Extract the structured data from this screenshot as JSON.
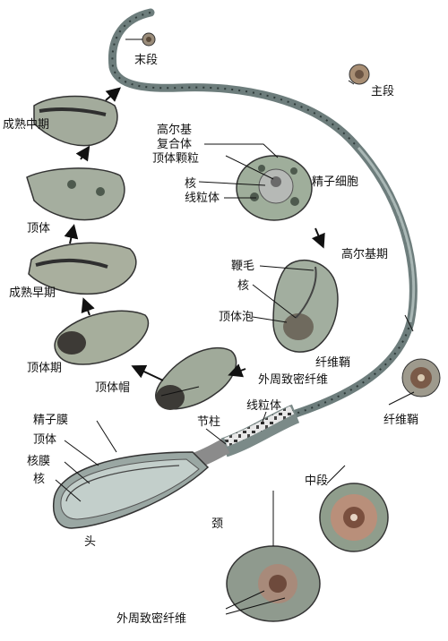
{
  "labels": {
    "end_piece": "末段",
    "principal_piece": "主段",
    "maturation_mid": "成熟中期",
    "golgi_complex_1": "高尔基",
    "golgi_complex_2": "复合体",
    "acrosomal_granule": "顶体颗粒",
    "nucleus_spermatid": "核",
    "mitochondria_spermatid": "线粒体",
    "spermatid": "精子细胞",
    "acrosome_phase": "顶体",
    "golgi_phase": "高尔基期",
    "flagellum": "鞭毛",
    "nucleus_golgi": "核",
    "maturation_early": "成熟早期",
    "acrosomal_vesicle": "顶体泡",
    "acrosome_period": "顶体期",
    "fibrous_sheath": "纤维鞘",
    "outer_dense_fibers": "外周致密纤维",
    "head_cap": "顶体帽",
    "fibrous_sheath_cs": "纤维鞘",
    "sperm_membrane": "精子膜",
    "segmented_column": "节柱",
    "mitochondria": "线粒体",
    "acrosome": "顶体",
    "nuclear_envelope": "核膜",
    "nucleus": "核",
    "middle_piece": "中段",
    "neck": "颈",
    "head": "头",
    "outer_dense_fibers_cs": "外周致密纤维"
  }
}
